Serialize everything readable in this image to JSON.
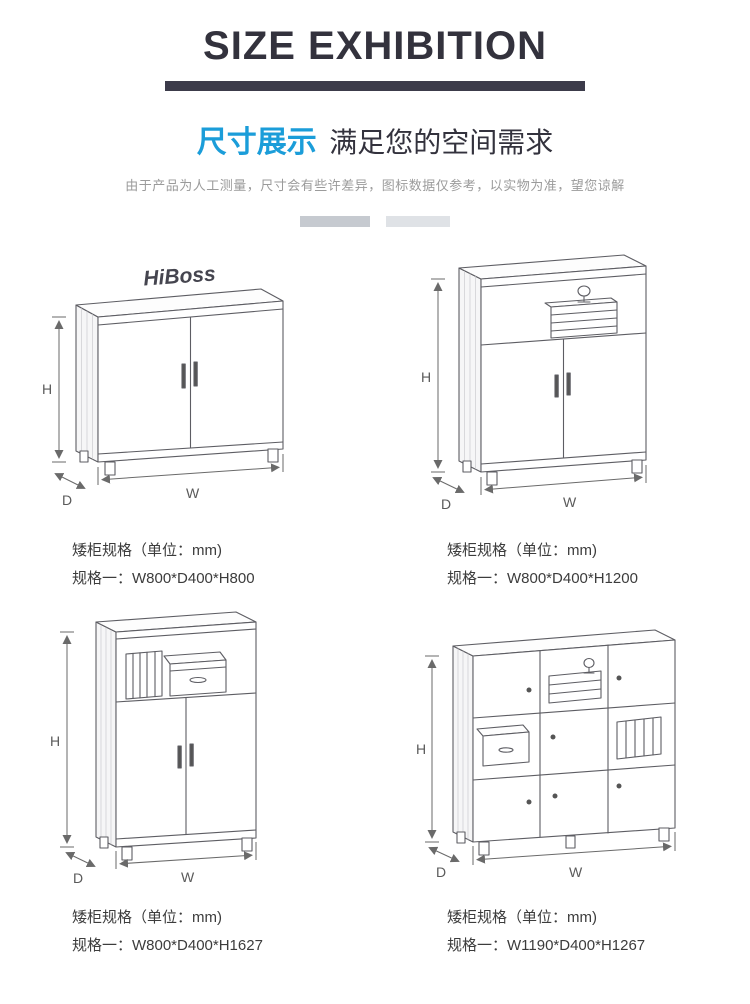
{
  "header": {
    "title": "SIZE EXHIBITION"
  },
  "subtitle": {
    "highlight": "尺寸展示",
    "rest": "满足您的空间需求"
  },
  "note": "由于产品为人工测量，尺寸会有些许差异，图标数据仅参考，以实物为准，望您谅解",
  "brand": "HiBoss",
  "labels": {
    "h": "H",
    "w": "W",
    "d": "D"
  },
  "items": [
    {
      "caption": "矮柜规格（单位：mm)",
      "spec": "规格一：W800*D400*H800"
    },
    {
      "caption": "矮柜规格（单位：mm)",
      "spec": "规格一：W800*D400*H1200"
    },
    {
      "caption": "矮柜规格（单位：mm)",
      "spec": "规格一：W800*D400*H1627"
    },
    {
      "caption": "矮柜规格（单位：mm)",
      "spec": "规格一：W1190*D400*H1267"
    }
  ],
  "colors": {
    "accent_blue": "#1b9dd9",
    "title_dark": "#33323d",
    "bar_dark": "#3c3b4a",
    "note_gray": "#9b9b9b",
    "line_gray": "#5d5d63"
  }
}
